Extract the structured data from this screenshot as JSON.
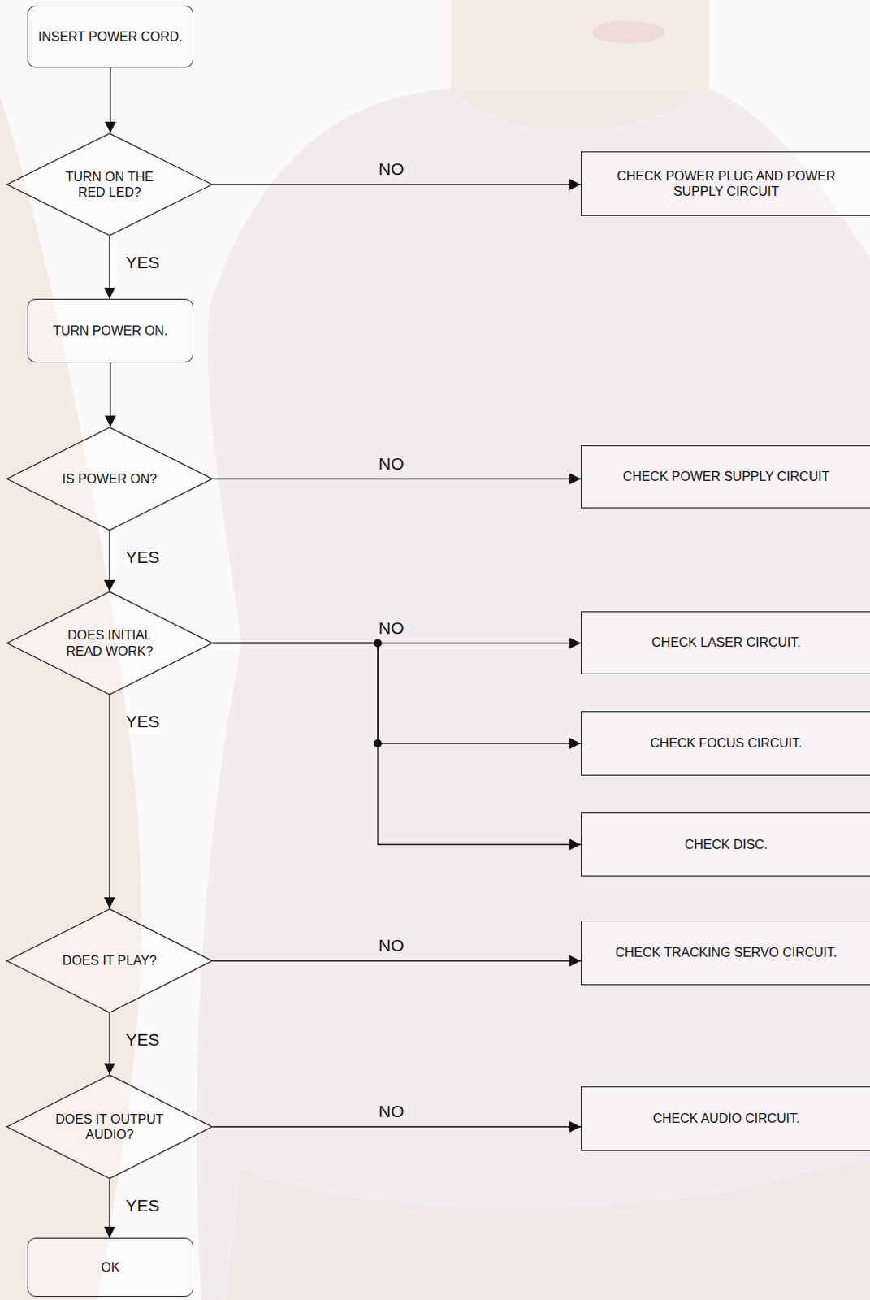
{
  "diagram": {
    "nodes": [
      {
        "text": [
          "INSERT POWER CORD."
        ]
      },
      {
        "text": [
          "TURN ON THE RED LED?"
        ]
      },
      {
        "text": [
          "CHECK POWER PLUG AND POWER SUPPLY CIRCUIT"
        ]
      },
      {
        "text": [
          "TURN POWER ON."
        ]
      },
      {
        "text": [
          "IS POWER ON?"
        ]
      },
      {
        "text": [
          "CHECK POWER SUPPLY CIRCUIT"
        ]
      },
      {
        "text": [
          "DOES INITIAL READ WORK?"
        ]
      },
      {
        "text": [
          "CHECK LASER CIRCUIT."
        ]
      },
      {
        "text": [
          "CHECK FOCUS CIRCUIT."
        ]
      },
      {
        "text": [
          "CHECK DISC."
        ]
      },
      {
        "text": [
          "DOES IT PLAY?"
        ]
      },
      {
        "text": [
          "CHECK TRACKING SERVO CIRCUIT."
        ]
      },
      {
        "text": [
          "DOES IT OUTPUT AUDIO?"
        ]
      },
      {
        "text": [
          "CHECK AUDIO CIRCUIT."
        ]
      },
      {
        "text": [
          "OK"
        ]
      }
    ],
    "edges": [
      {
        "from": 0,
        "to": 1,
        "arrow": "to"
      },
      {
        "from": 1,
        "to": 2,
        "label": "NO",
        "arrow": "to"
      },
      {
        "from": 1,
        "to": 3,
        "label": "YES",
        "arrow": "to"
      },
      {
        "from": 3,
        "to": 4,
        "arrow": "to"
      },
      {
        "from": 4,
        "to": 5,
        "label": "NO",
        "arrow": "to"
      },
      {
        "from": 4,
        "to": 6,
        "label": "YES",
        "arrow": "to"
      },
      {
        "from": 6,
        "to": 7,
        "label": "NO",
        "arrow": "to"
      },
      {
        "from": 6,
        "to": 8,
        "arrow": "to"
      },
      {
        "from": 6,
        "to": 9,
        "arrow": "to"
      },
      {
        "from": 6,
        "to": 10,
        "label": "YES",
        "arrow": "to"
      },
      {
        "from": 10,
        "to": 11,
        "label": "NO",
        "arrow": "to"
      },
      {
        "from": 10,
        "to": 12,
        "label": "YES",
        "arrow": "to"
      },
      {
        "from": 12,
        "to": 13,
        "label": "NO",
        "arrow": "to"
      },
      {
        "from": 12,
        "to": 14,
        "label": "YES",
        "arrow": "to"
      }
    ]
  }
}
